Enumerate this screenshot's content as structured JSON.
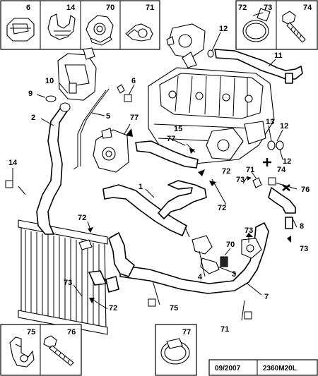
{
  "legend_top": [
    "6",
    "14",
    "70",
    "71",
    "72",
    "73",
    "74"
  ],
  "legend_bottom": [
    "75",
    "76",
    "77"
  ],
  "callouts": {
    "c12a": "12",
    "c11": "11",
    "c6": "6",
    "c10": "10",
    "c9": "9",
    "c2": "2",
    "c5": "5",
    "c77a": "77",
    "c77b": "77",
    "c15": "15",
    "c13": "13",
    "c12b": "12",
    "c12c": "12",
    "c74": "74",
    "c72a": "72",
    "c71a": "71",
    "c73a": "73",
    "c76": "76",
    "c14": "14",
    "c1": "1",
    "c72b": "72",
    "c72c": "72",
    "c8": "8",
    "c73b": "73",
    "c73c": "73",
    "c70": "70",
    "c4": "4",
    "c3": "3",
    "c73d": "73",
    "c7": "7",
    "c72d": "72",
    "c75": "75",
    "c71b": "71"
  },
  "footer": {
    "date": "09/2007",
    "ref": "2360M20L"
  }
}
